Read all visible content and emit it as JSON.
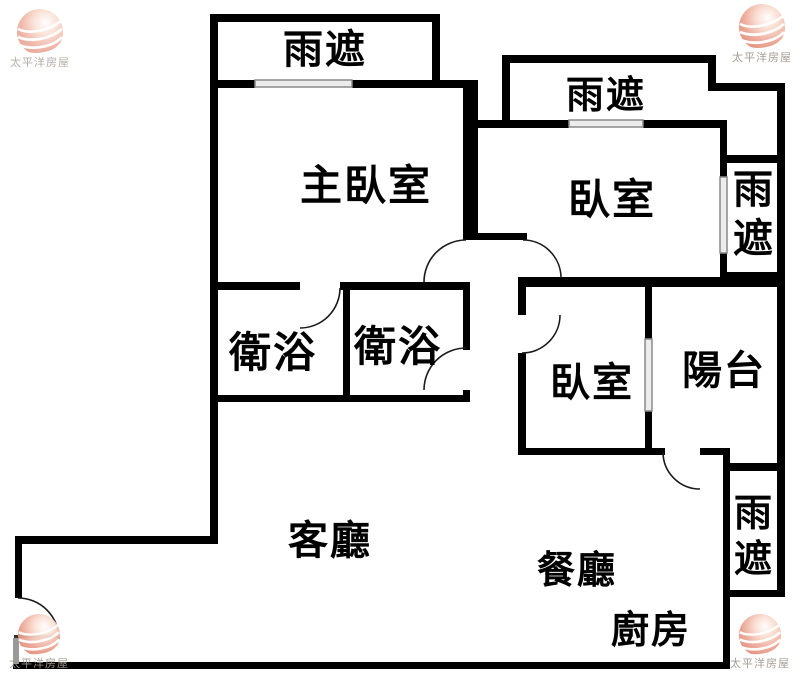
{
  "brand": {
    "name": "太平洋房屋"
  },
  "labels": {
    "canopy": "雨遮",
    "master_bedroom": "主臥室",
    "bedroom": "臥室",
    "bathroom": "衛浴",
    "balcony": "陽台",
    "living_room": "客廳",
    "dining_room": "餐廳",
    "kitchen": "廚房"
  },
  "colors": {
    "background": "#ffffff",
    "wall": "#000000",
    "window_fill": "#ececec",
    "window_frame": "#8a8a8a",
    "door_arc": "#1a1a1a",
    "label_text": "#000000",
    "logo_text": "#a2988f",
    "logo_pink": "#dd8672"
  }
}
